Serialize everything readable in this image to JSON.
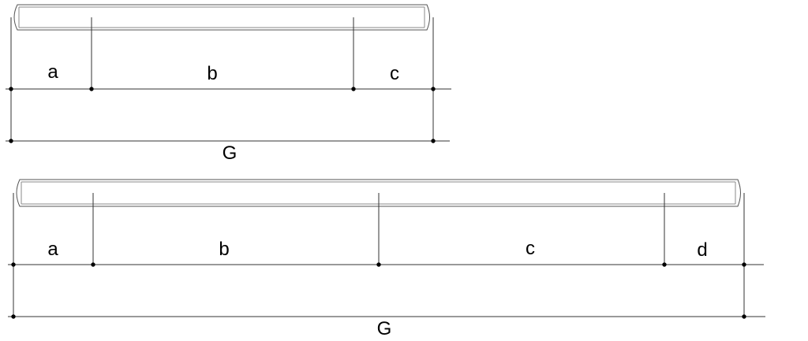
{
  "diagram_1": {
    "segments": [
      {
        "label": "a"
      },
      {
        "label": "b"
      },
      {
        "label": "c"
      }
    ],
    "total_label": "G"
  },
  "diagram_2": {
    "segments": [
      {
        "label": "a"
      },
      {
        "label": "b"
      },
      {
        "label": "c"
      },
      {
        "label": "d"
      }
    ],
    "total_label": "G"
  },
  "colors": {
    "line": "#333333",
    "node": "#000000",
    "rod_outline": "#555555"
  }
}
